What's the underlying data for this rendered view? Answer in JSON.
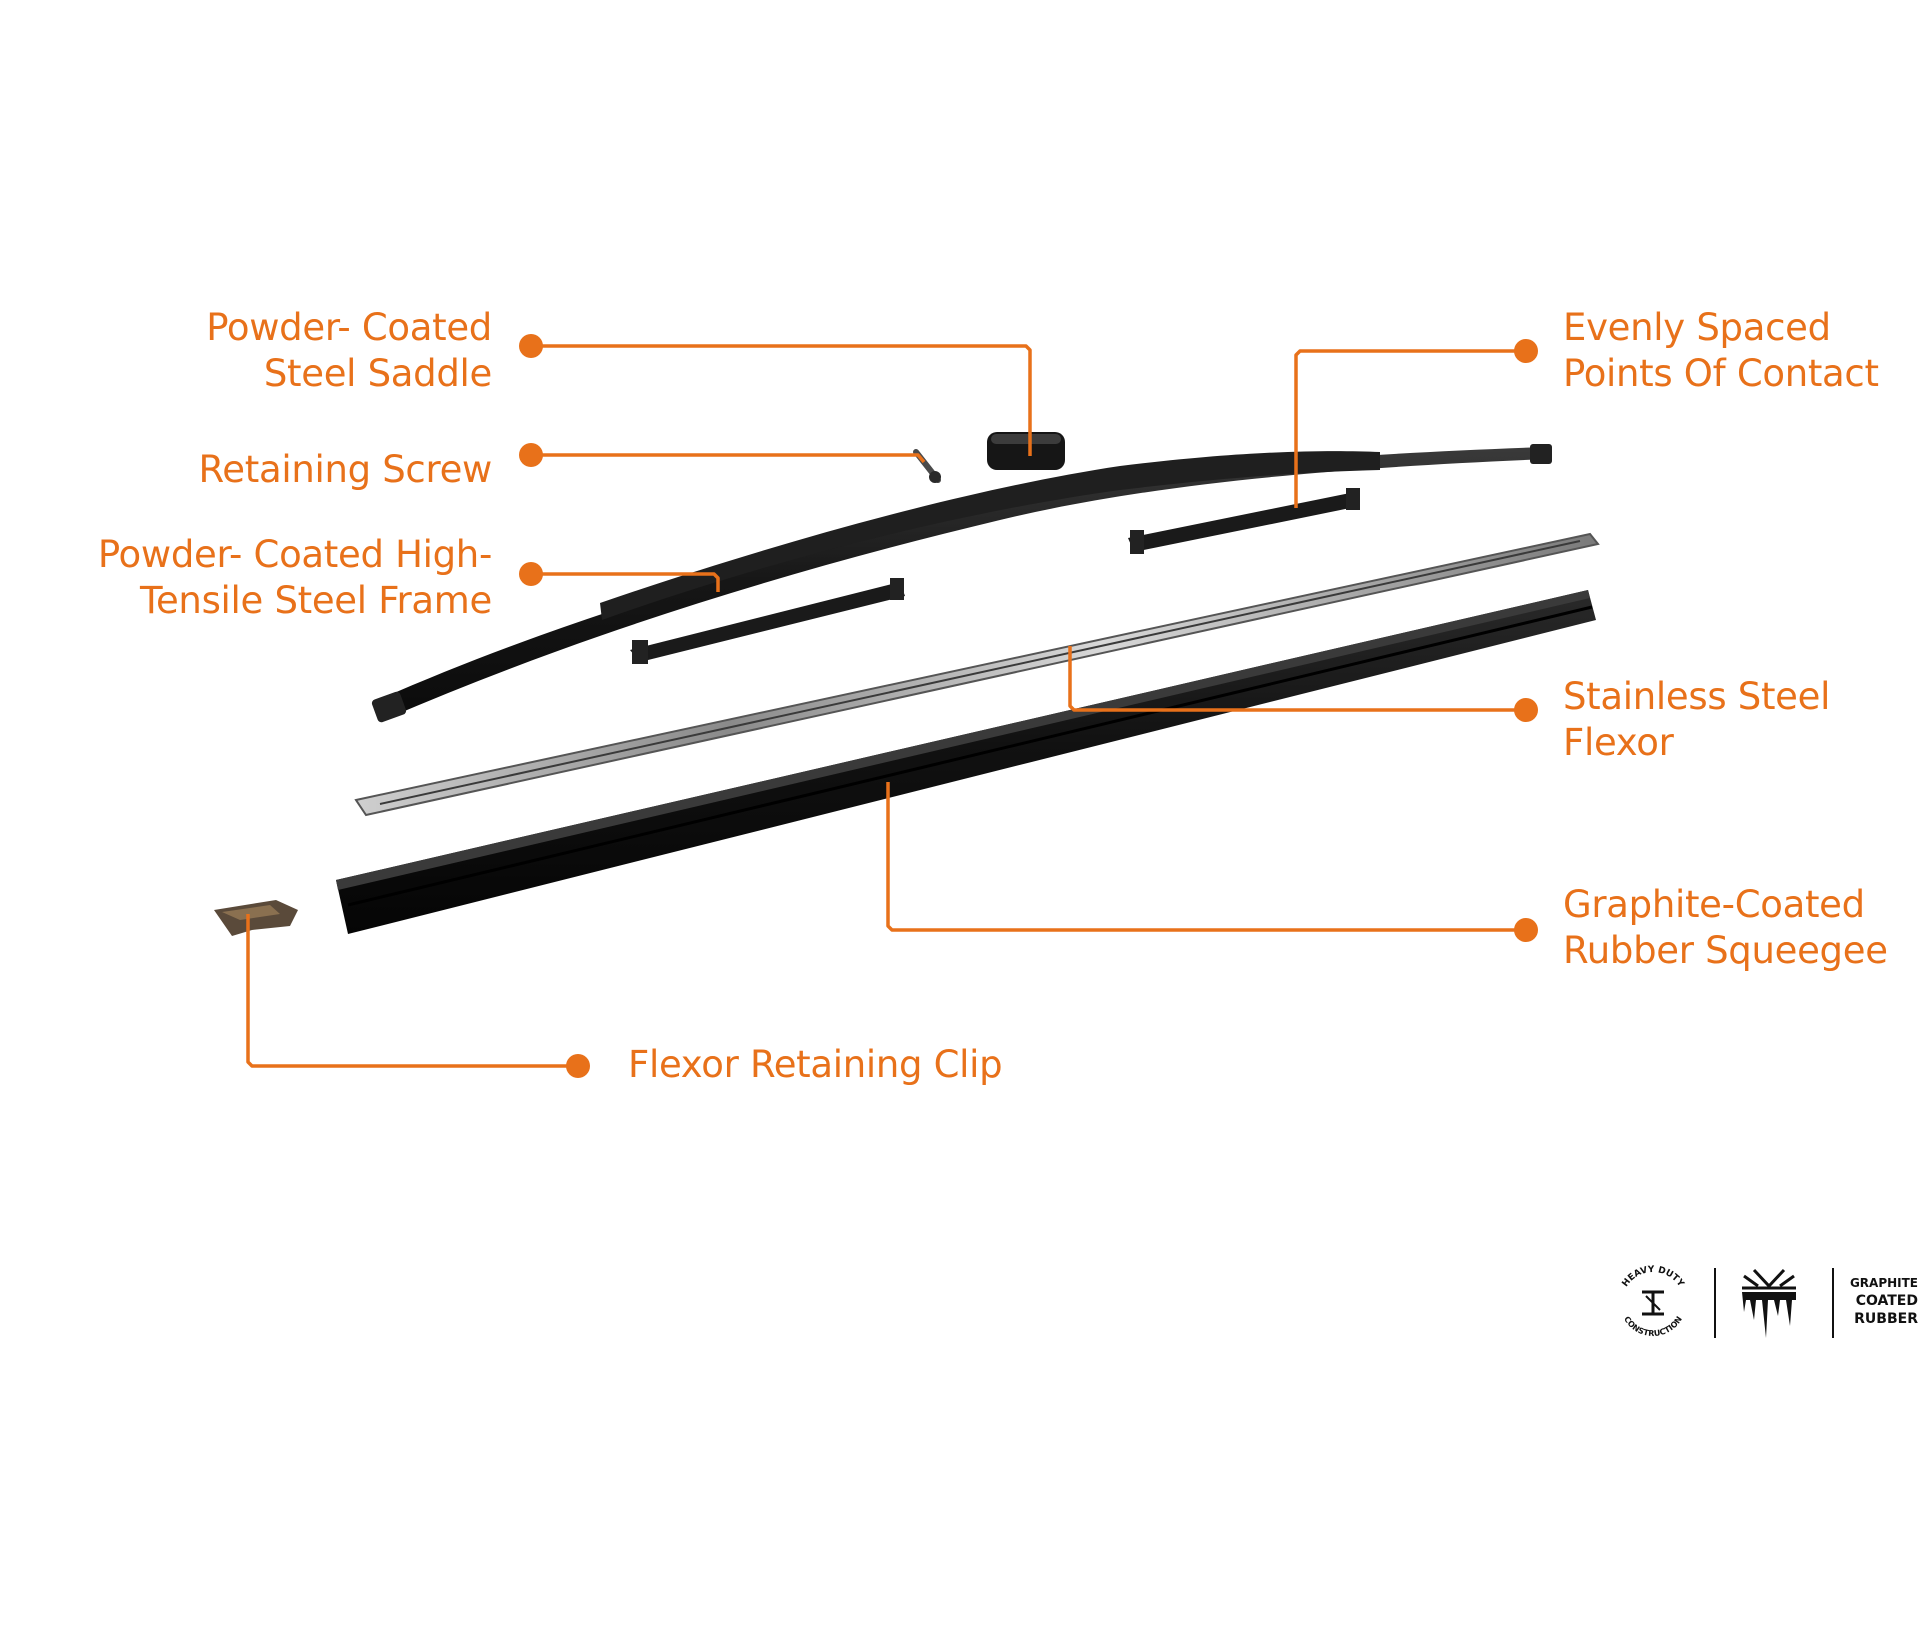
{
  "callouts": {
    "saddle": {
      "line1": "Powder- Coated",
      "line2": "Steel Saddle"
    },
    "screw": {
      "line1": "Retaining Screw"
    },
    "frame": {
      "line1": "Powder- Coated High-",
      "line2": "Tensile Steel Frame"
    },
    "contact": {
      "line1": "Evenly Spaced",
      "line2": "Points Of Contact"
    },
    "flexor": {
      "line1": "Stainless Steel",
      "line2": "Flexor"
    },
    "squeegee": {
      "line1": "Graphite-Coated",
      "line2": "Rubber Squeegee"
    },
    "clip": {
      "line1": "Flexor Retaining Clip"
    }
  },
  "badges": {
    "heavy_duty": {
      "top": "HEAVY DUTY",
      "bottom": "CONSTRUCTION",
      "icon": "i-beam-icon"
    },
    "winter": {
      "icon": "snowflake-icicle-icon"
    },
    "graphite": {
      "line1": "GRAPHITE",
      "line2": "COATED",
      "line3": "RUBBER"
    }
  },
  "colors": {
    "accent": "#e8711a",
    "part_dark": "#1c1c1c",
    "steel": "#9a9a9a"
  }
}
